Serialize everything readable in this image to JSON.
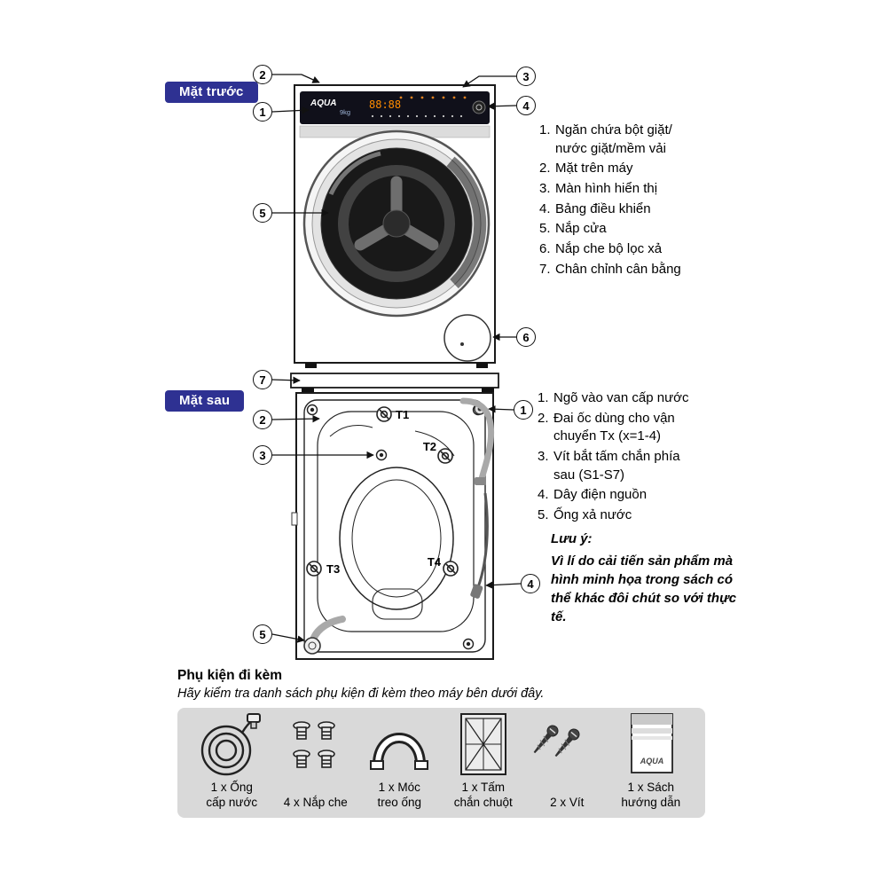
{
  "page": {
    "bg": "#ffffff",
    "accent": "#2e3192",
    "box_bg": "#d9d9d9"
  },
  "machine": {
    "brand": "AQUA",
    "capacity": "9kg",
    "display": "88:88"
  },
  "front": {
    "badge": "Mặt trước",
    "callouts": [
      "1",
      "2",
      "3",
      "4",
      "5",
      "6",
      "7"
    ],
    "items": [
      {
        "n": "1.",
        "t": "Ngăn chứa bột giặt/\nnước giặt/mềm vải"
      },
      {
        "n": "2.",
        "t": "Mặt trên máy"
      },
      {
        "n": "3.",
        "t": "Màn hình hiển thị"
      },
      {
        "n": "4.",
        "t": "Bảng điều khiển"
      },
      {
        "n": "5.",
        "t": "Nắp cửa"
      },
      {
        "n": "6.",
        "t": "Nắp che bộ lọc xả"
      },
      {
        "n": "7.",
        "t": "Chân chỉnh cân bằng"
      }
    ]
  },
  "back": {
    "badge": "Mặt sau",
    "callouts": [
      "1",
      "2",
      "3",
      "4",
      "5"
    ],
    "bolt_labels": [
      "T1",
      "T2",
      "T3",
      "T4"
    ],
    "items": [
      {
        "n": "1.",
        "t": "Ngõ vào van cấp nước"
      },
      {
        "n": "2.",
        "t": "Đai ốc dùng cho vận\nchuyển Tx (x=1-4)"
      },
      {
        "n": "3.",
        "t": "Vít bắt tấm chắn phía\nsau (S1-S7)"
      },
      {
        "n": "4.",
        "t": "Dây điện nguồn"
      },
      {
        "n": "5.",
        "t": "Ống xả nước"
      }
    ]
  },
  "note": {
    "title": "Lưu ý:",
    "body": "Vì lí do cải tiến sản phẩm mà hình minh họa trong sách có thể khác đôi chút so với thực tế."
  },
  "accessories": {
    "title": "Phụ kiện đi kèm",
    "subtitle": "Hãy kiểm tra danh sách phụ kiện đi kèm theo máy bên dưới đây.",
    "items": [
      {
        "label": "1 x Ống\ncấp nước",
        "icon": "water-supply-hose-icon"
      },
      {
        "label": "4 x Nắp che",
        "icon": "cover-caps-icon"
      },
      {
        "label": "1 x Móc\ntreo ống",
        "icon": "hose-hook-icon"
      },
      {
        "label": "1 x Tấm\nchắn chuột",
        "icon": "rat-guard-plate-icon"
      },
      {
        "label": "2 x Vít",
        "icon": "screws-icon"
      },
      {
        "label": "1 x Sách\nhướng dẫn",
        "icon": "user-manual-icon"
      }
    ]
  }
}
